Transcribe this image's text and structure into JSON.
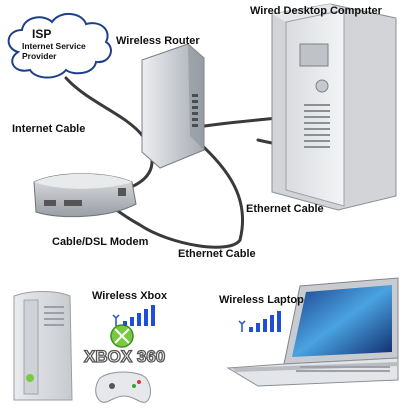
{
  "isp": {
    "title": "ISP",
    "subtitle_line1": "Internet Service",
    "subtitle_line2": "Provider"
  },
  "labels": {
    "internet_cable": "Internet Cable",
    "wireless_router": "Wireless Router",
    "wired_desktop": "Wired Desktop Computer",
    "ethernet_cable_right": "Ethernet Cable",
    "ethernet_cable_bottom": "Ethernet Cable",
    "modem": "Cable/DSL Modem",
    "wireless_xbox": "Wireless Xbox",
    "wireless_laptop": "Wireless Laptop",
    "xbox_logo": "XBOX 360"
  },
  "colors": {
    "cloud_stroke": "#1e3f8a",
    "signal_blue": "#1f4fd8",
    "cable": "#3a3a3a",
    "device_gray": "#b9bcc0"
  }
}
